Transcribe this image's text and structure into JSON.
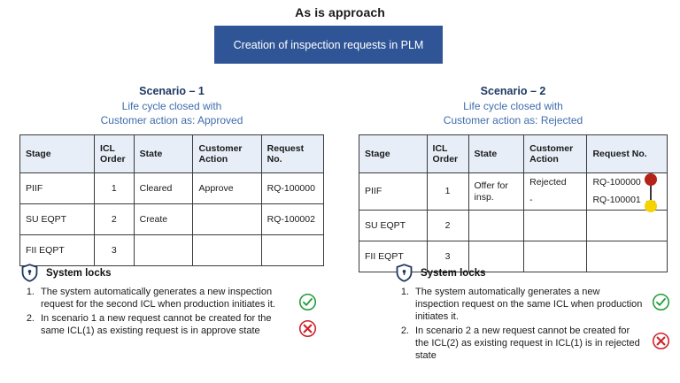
{
  "header": {
    "title": "As is approach",
    "banner": "Creation of inspection requests in PLM"
  },
  "colors": {
    "banner_bg": "#2f5597",
    "scenario_title": "#1f3864",
    "scenario_subtitle": "#3f6cab",
    "table_header_bg": "#e7eef7",
    "dot_red": "#b32317",
    "dot_yellow": "#f5d300",
    "check_green": "#1f9c3a",
    "cross_red": "#d0202a",
    "shield_navy": "#1f3864"
  },
  "scenarios": [
    {
      "id": "scenario-1",
      "title": "Scenario – 1",
      "subtitle_line1": "Life cycle closed with",
      "subtitle_line2": "Customer action as: Approved",
      "table": {
        "columns": [
          "Stage",
          "ICL Order",
          "State",
          "Customer Action",
          "Request No."
        ],
        "rows": [
          {
            "stage": "PIIF",
            "icl_order": "1",
            "state": "Cleared",
            "customer_action": "Approve",
            "request_no": "RQ-100000"
          },
          {
            "stage": "SU EQPT",
            "icl_order": "2",
            "state": "Create",
            "customer_action": "",
            "request_no": "RQ-100002"
          },
          {
            "stage": "FII EQPT",
            "icl_order": "3",
            "state": "",
            "customer_action": "",
            "request_no": ""
          }
        ]
      },
      "locks": {
        "heading": "System locks",
        "items": [
          {
            "num": "1.",
            "text": "The system automatically generates a new  inspection request for the second ICL when production initiates it.",
            "mark": "check"
          },
          {
            "num": "2.",
            "text": "In scenario 1 a new request cannot be created for the same ICL(1) as existing request is in approve state",
            "mark": "cross"
          }
        ]
      }
    },
    {
      "id": "scenario-2",
      "title": "Scenario – 2",
      "subtitle_line1": "Life cycle closed with",
      "subtitle_line2": "Customer action as: Rejected",
      "table": {
        "columns": [
          "Stage",
          "ICL Order",
          "State",
          "Customer Action",
          "Request No."
        ],
        "rows": [
          {
            "stage": "PIIF",
            "icl_order": "1",
            "state": "Offer for insp.",
            "customer_action_1": "Rejected",
            "customer_action_2": "-",
            "request_no_1": "RQ-100000",
            "request_no_2": "RQ-100001"
          },
          {
            "stage": "SU EQPT",
            "icl_order": "2",
            "state": "",
            "customer_action": "",
            "request_no": ""
          },
          {
            "stage": "FII EQPT",
            "icl_order": "3",
            "state": "",
            "customer_action": "",
            "request_no": ""
          }
        ]
      },
      "locks": {
        "heading": "System locks",
        "items": [
          {
            "num": "1.",
            "text": "The system automatically generates a new inspection request on the same  ICL when production initiates it.",
            "mark": "check"
          },
          {
            "num": "2.",
            "text": "In scenario 2 a new request cannot be created for the ICL(2)  as existing request in ICL(1) is in rejected state",
            "mark": "cross"
          }
        ]
      }
    }
  ],
  "annotations": {
    "status_dots": {
      "top_dot": "red",
      "bottom_dot": "yellow",
      "direction": "down"
    }
  }
}
